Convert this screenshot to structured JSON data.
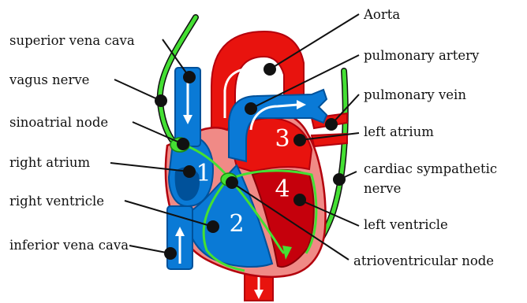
{
  "labels": {
    "aorta": "Aorta",
    "superior_vena_cava": "superior vena cava",
    "pulmonary_artery": "pulmonary artery",
    "vagus_nerve": "vagus nerve",
    "pulmonary_vein": "pulmonary vein",
    "sinoatrial_node": "sinoatrial node",
    "left_atrium": "left atrium",
    "right_atrium": "right atrium",
    "cardiac_sympathetic_1": "cardiac sympathetic",
    "cardiac_sympathetic_2": "nerve",
    "right_ventricle": "right ventricle",
    "left_ventricle": "left ventricle",
    "inferior_vena_cava": "inferior vena cava",
    "atrioventricular_node": "atrioventricular node"
  },
  "chambers": {
    "right_atrium": "1",
    "right_ventricle": "2",
    "left_atrium": "3",
    "left_ventricle": "4"
  },
  "colors": {
    "oxygenated": "#e8130e",
    "oxygenated_dark": "#b3000c",
    "deoxygenated": "#0a7ad6",
    "deoxygenated_dark": "#00519a",
    "nerve": "#44e033",
    "tissue": "#f08a86"
  }
}
